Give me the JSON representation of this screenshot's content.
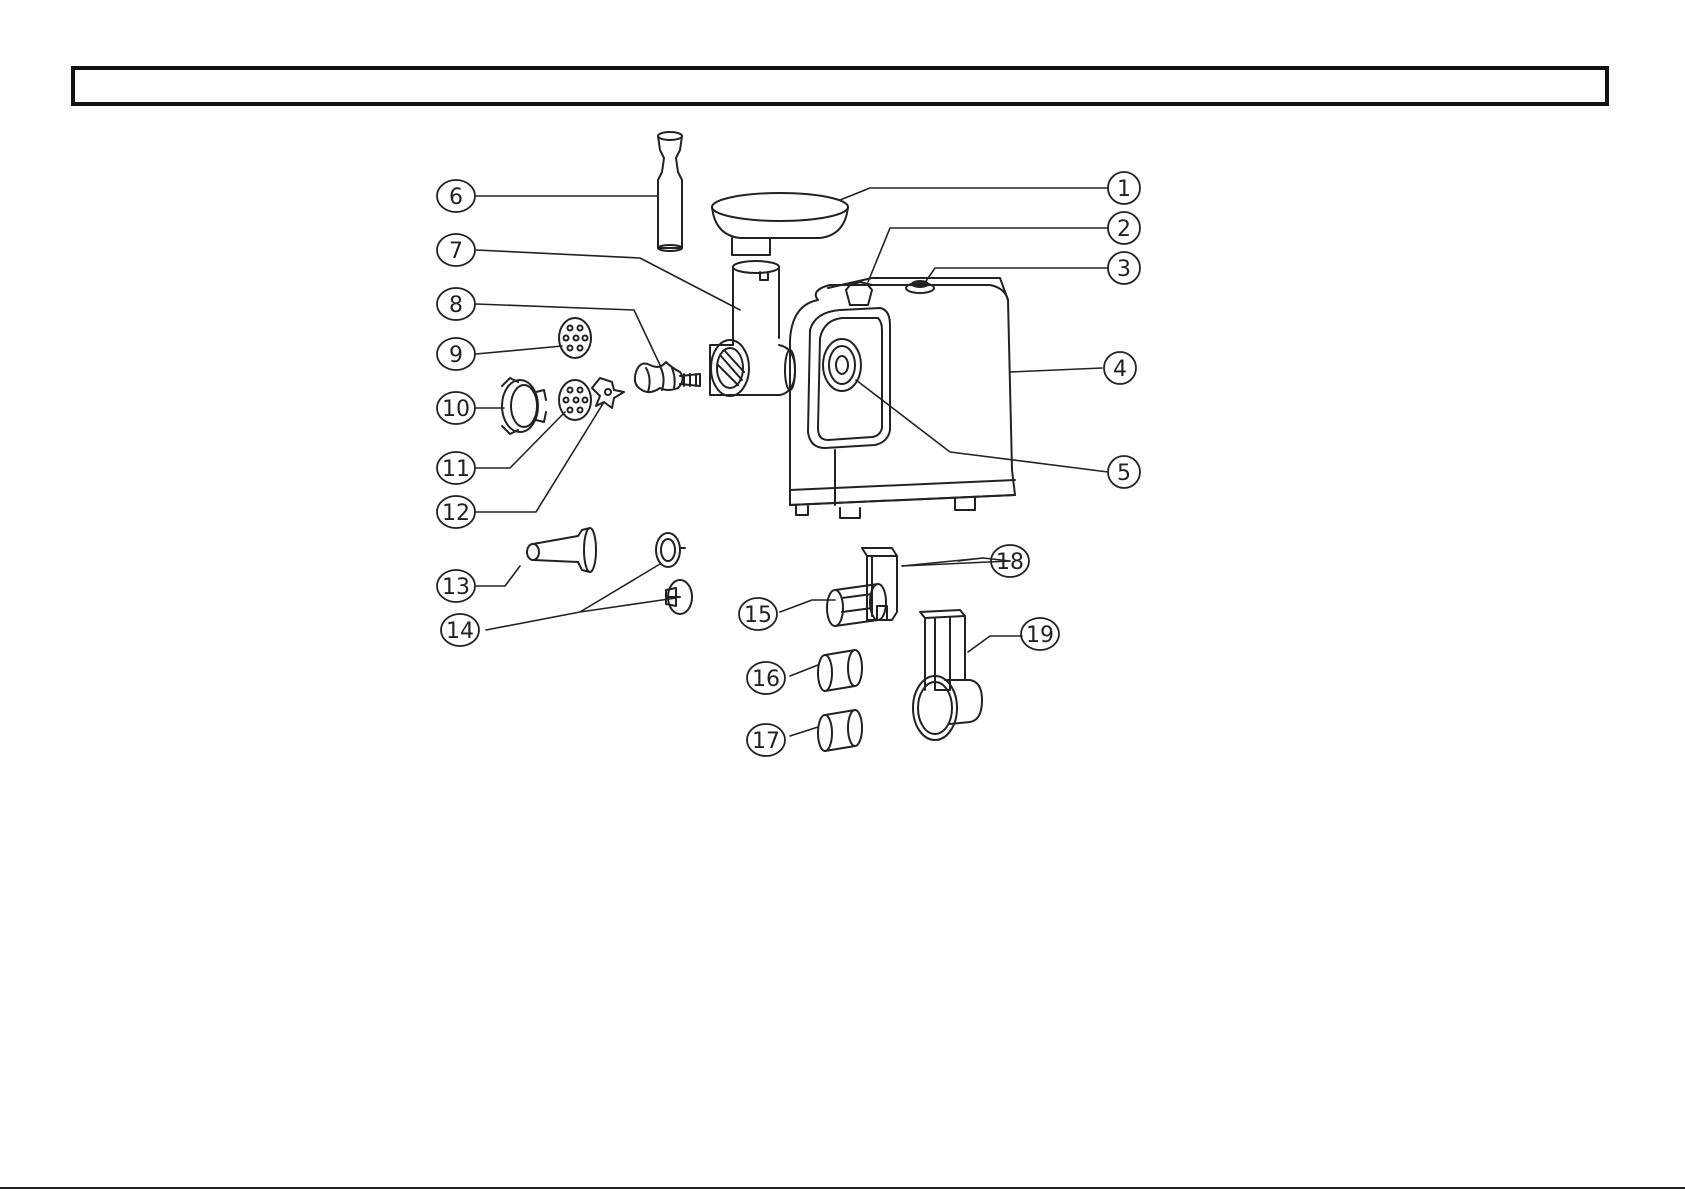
{
  "diagram": {
    "stroke_color": "#222222",
    "callouts": [
      {
        "id": "c1",
        "label": "1"
      },
      {
        "id": "c2",
        "label": "2"
      },
      {
        "id": "c3",
        "label": "3"
      },
      {
        "id": "c4",
        "label": "4"
      },
      {
        "id": "c5",
        "label": "5"
      },
      {
        "id": "c6",
        "label": "6"
      },
      {
        "id": "c7",
        "label": "7"
      },
      {
        "id": "c8",
        "label": "8"
      },
      {
        "id": "c9",
        "label": "9"
      },
      {
        "id": "c10",
        "label": "10"
      },
      {
        "id": "c11",
        "label": "11"
      },
      {
        "id": "c12",
        "label": "12"
      },
      {
        "id": "c13",
        "label": "13"
      },
      {
        "id": "c14",
        "label": "14"
      },
      {
        "id": "c15",
        "label": "15"
      },
      {
        "id": "c16",
        "label": "16"
      },
      {
        "id": "c17",
        "label": "17"
      },
      {
        "id": "c18",
        "label": "18"
      },
      {
        "id": "c19",
        "label": "19"
      }
    ]
  }
}
